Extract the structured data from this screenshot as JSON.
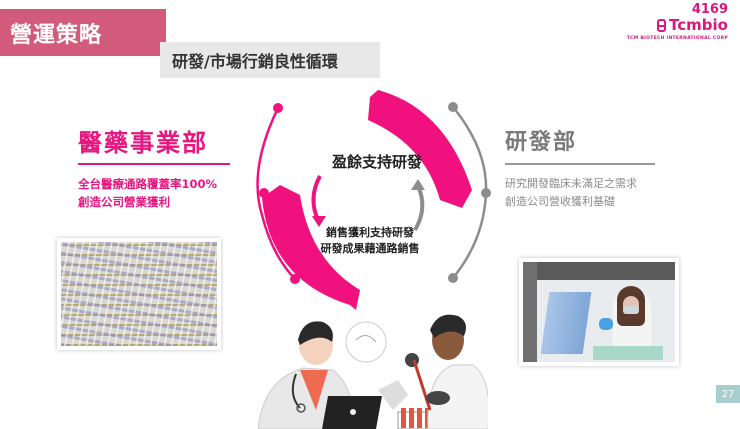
{
  "header": {
    "title": "營運策略",
    "subtitle": "研發/市場行銷良性循環"
  },
  "logo": {
    "stock_code": "4169",
    "brand_name": "Tcmbio",
    "company_name": "TCM BIOTECH INTERNATIONAL CORP"
  },
  "left_department": {
    "name": "醫藥事業部",
    "description_lines": [
      "全台醫療通路覆蓋率100%",
      "創造公司營業獲利"
    ],
    "color": "#e6177f"
  },
  "right_department": {
    "name": "研發部",
    "description_lines": [
      "研究開發臨床未滿足之需求",
      "創造公司營收獲利基礎"
    ],
    "color": "#7a7a7a"
  },
  "cycle": {
    "main_label": "盈餘支持研發",
    "sub_lines": [
      "銷售獲利支持研發",
      "研發成果藉通路銷售"
    ],
    "arrow_colors": {
      "pink": "#f0117e",
      "gray": "#8c8c8c"
    }
  },
  "images": {
    "left_photo": "vial-production-line-photo",
    "right_photo": "lab-researcher-pipetting-photo",
    "bottom_illustration": "doctor-and-scientist-illustration"
  },
  "footer": {
    "page_number": "27"
  }
}
